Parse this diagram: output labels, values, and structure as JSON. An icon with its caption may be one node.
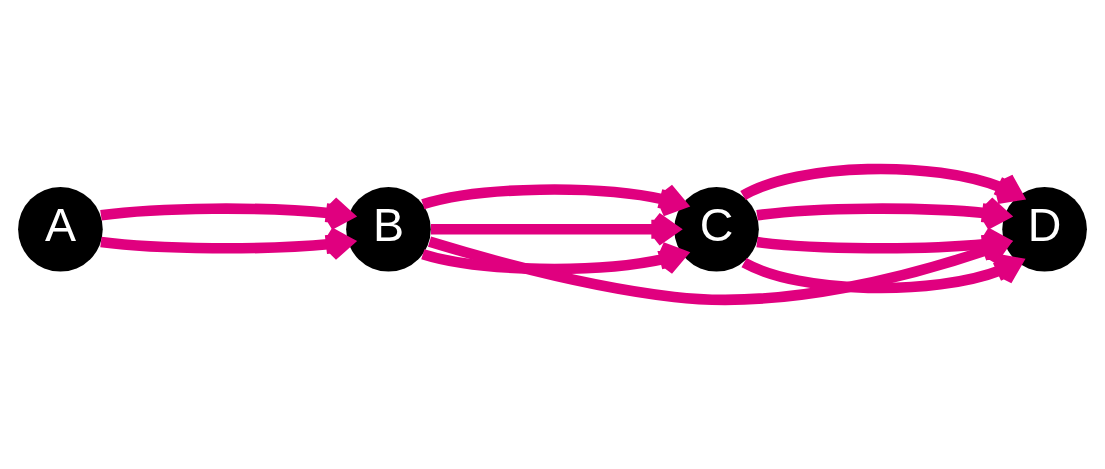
{
  "diagram": {
    "nodes": [
      {
        "text": [
          "A"
        ]
      },
      {
        "text": [
          "B"
        ]
      },
      {
        "text": [
          "C"
        ]
      },
      {
        "text": [
          "D"
        ]
      }
    ],
    "edges": [
      {
        "from": 0,
        "to": 1,
        "arrow": "to"
      },
      {
        "from": 0,
        "to": 1,
        "arrow": "to"
      },
      {
        "from": 1,
        "to": 2,
        "arrow": "to"
      },
      {
        "from": 1,
        "to": 2,
        "arrow": "to"
      },
      {
        "from": 1,
        "to": 2,
        "arrow": "to"
      },
      {
        "from": 2,
        "to": 3,
        "arrow": "to"
      },
      {
        "from": 2,
        "to": 3,
        "arrow": "to"
      },
      {
        "from": 2,
        "to": 3,
        "arrow": "to"
      },
      {
        "from": 2,
        "to": 3,
        "arrow": "to"
      },
      {
        "from": 1,
        "to": 3,
        "arrow": "to"
      }
    ]
  }
}
